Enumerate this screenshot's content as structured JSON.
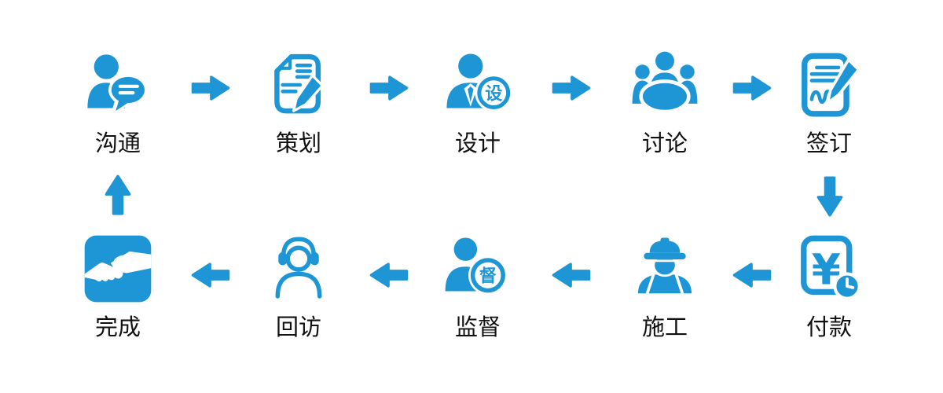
{
  "colors": {
    "accent": "#1E96D5",
    "label_text": "#111111",
    "background": "#ffffff"
  },
  "process": {
    "top_row": [
      {
        "label": "沟通",
        "icon": "communication-icon"
      },
      {
        "label": "策划",
        "icon": "planning-icon"
      },
      {
        "label": "设计",
        "icon": "design-icon",
        "badge": "设"
      },
      {
        "label": "讨论",
        "icon": "discussion-icon"
      },
      {
        "label": "签订",
        "icon": "signing-icon"
      }
    ],
    "bottom_row": [
      {
        "label": "完成",
        "icon": "handshake-icon"
      },
      {
        "label": "回访",
        "icon": "headset-icon"
      },
      {
        "label": "监督",
        "icon": "supervision-icon",
        "badge": "督"
      },
      {
        "label": "施工",
        "icon": "construction-worker-icon"
      },
      {
        "label": "付款",
        "icon": "payment-icon",
        "symbol": "¥"
      }
    ],
    "flow": {
      "top_row_direction": "left-to-right",
      "right_column_direction": "down",
      "bottom_row_direction": "right-to-left",
      "left_column_direction": "up"
    }
  }
}
